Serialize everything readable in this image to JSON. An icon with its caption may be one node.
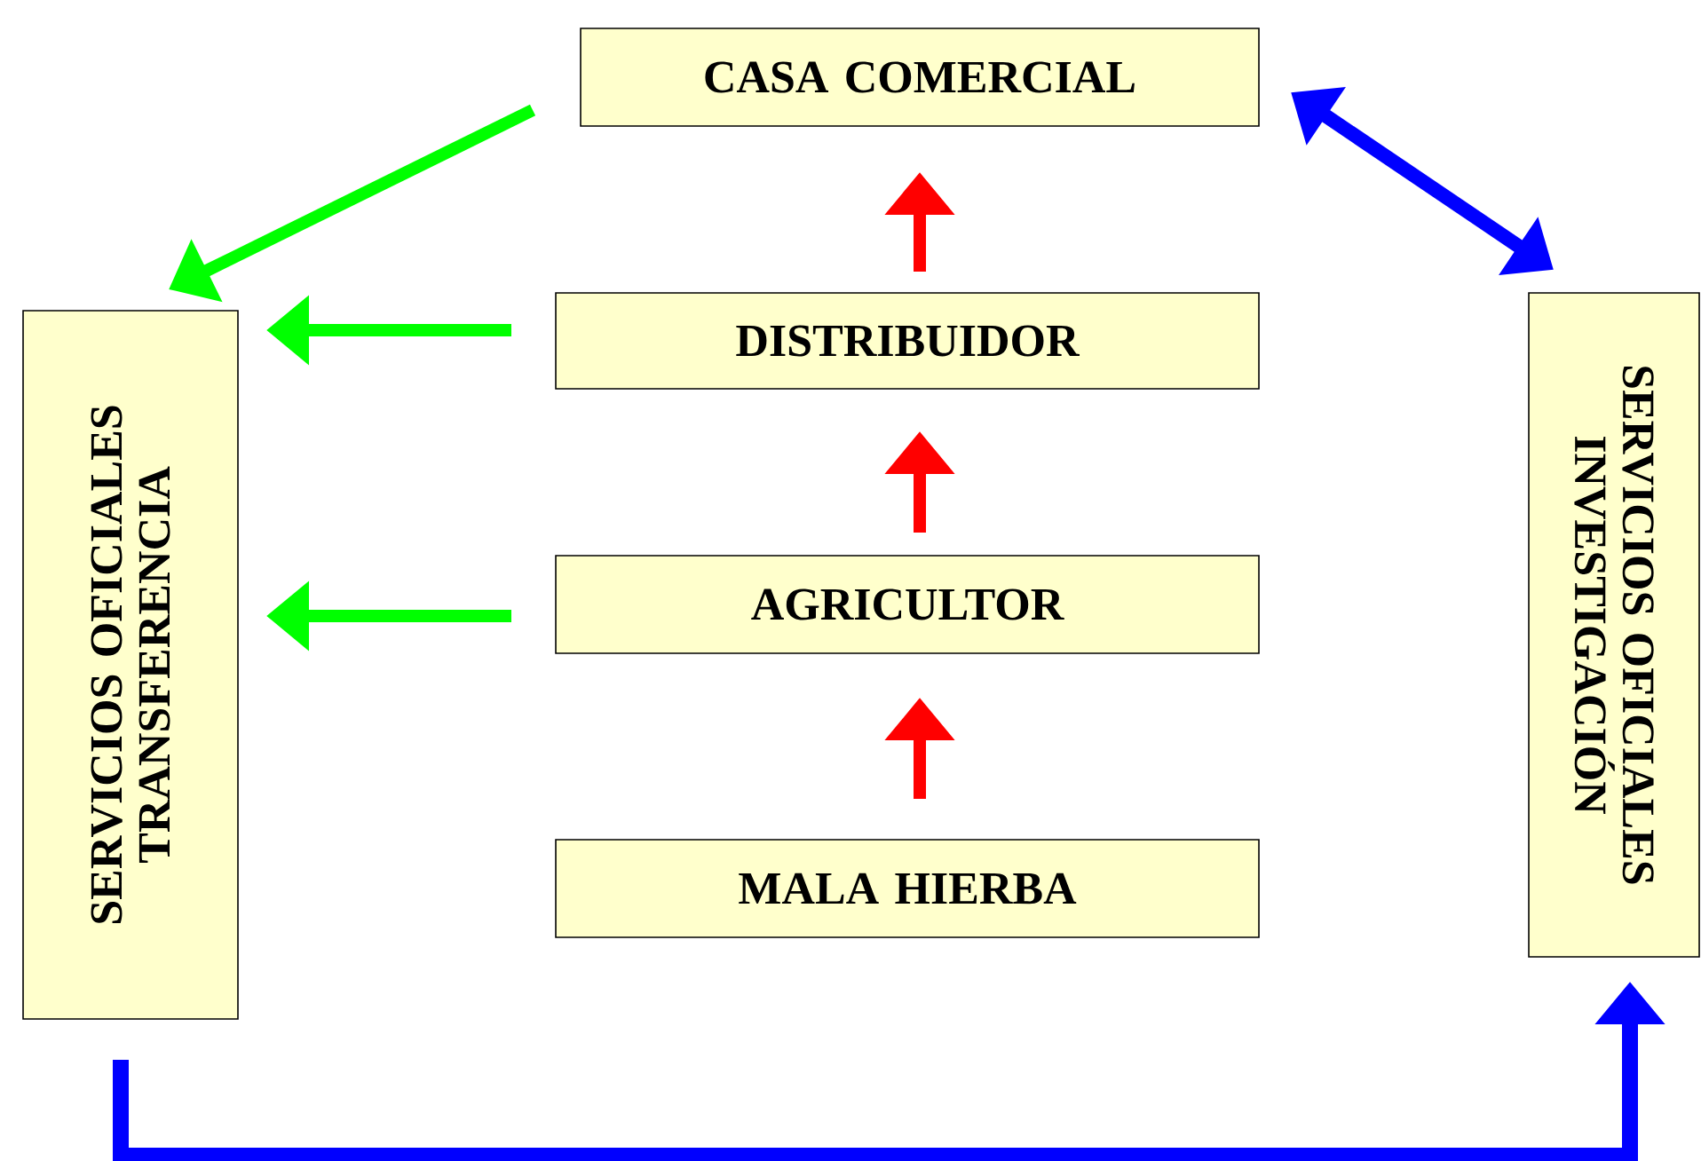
{
  "diagram": {
    "nodes": [
      {
        "text": [
          "CASA COMERCIAL"
        ]
      },
      {
        "text": [
          "DISTRIBUIDOR"
        ]
      },
      {
        "text": [
          "SERVICIOS OFICIALES TRANSFERENCIA"
        ]
      },
      {
        "text": [
          "SERVICIOS OFICIALES INVESTIGACIÓN"
        ]
      },
      {
        "text": [
          "AGRICULTOR"
        ]
      },
      {
        "text": [
          "MALA HIERBA"
        ]
      }
    ],
    "edges": [
      {
        "from": 0,
        "to": 2,
        "arrow": "to",
        "color": "#00ff00"
      },
      {
        "from": 1,
        "to": 2,
        "arrow": "to",
        "color": "#00ff00"
      },
      {
        "from": 4,
        "to": 2,
        "arrow": "to",
        "color": "#00ff00"
      },
      {
        "from": 5,
        "to": 4,
        "arrow": "to",
        "color": "#ff0000"
      },
      {
        "from": 4,
        "to": 1,
        "arrow": "to",
        "color": "#ff0000"
      },
      {
        "from": 1,
        "to": 0,
        "arrow": "to",
        "color": "#ff0000"
      },
      {
        "from": 0,
        "to": 3,
        "arrow": "both",
        "color": "#0000ff"
      },
      {
        "from": 2,
        "to": 3,
        "arrow": "to",
        "color": "#0000ff"
      }
    ]
  }
}
